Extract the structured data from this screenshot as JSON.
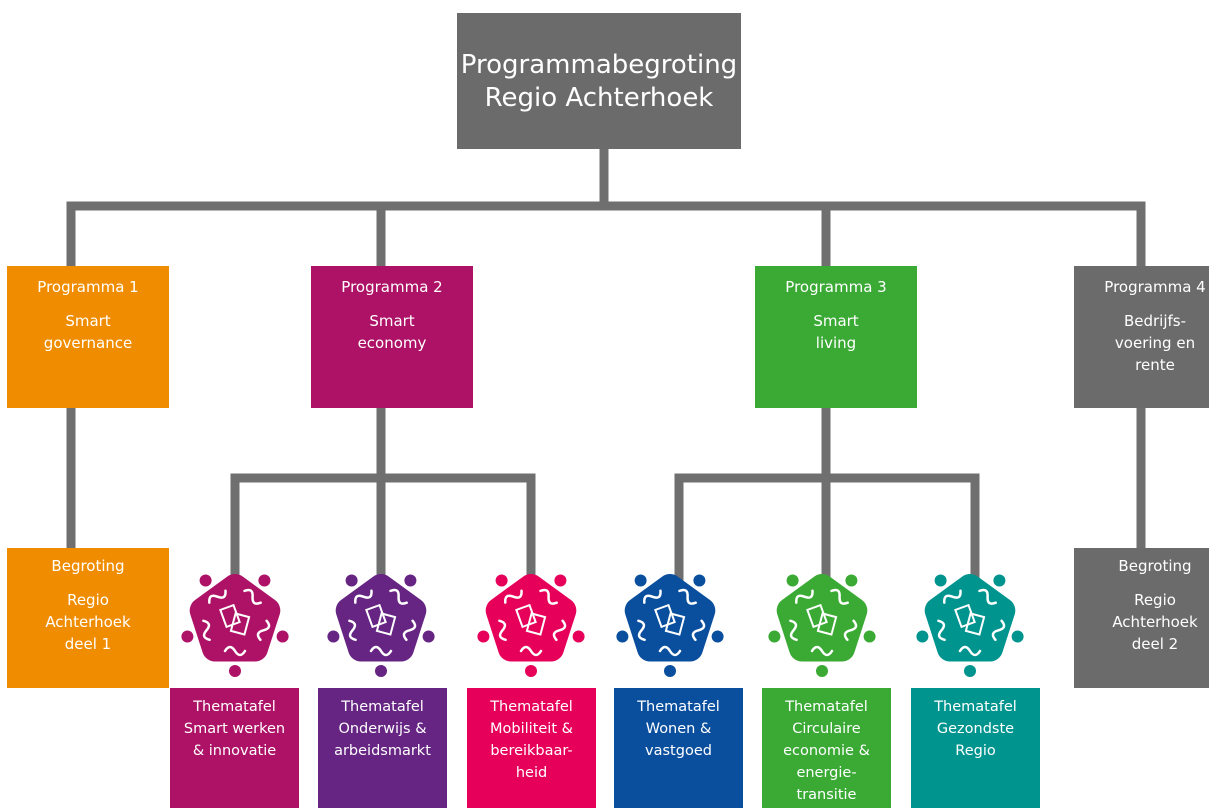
{
  "root": {
    "line1": "Programmabegroting",
    "line2": "Regio Achterhoek",
    "color": "#6b6b6b"
  },
  "connector_color": "#6f6f6f",
  "programs": [
    {
      "title": "Programma 1",
      "lines": [
        "Smart",
        "governance"
      ],
      "color": "#f08c00"
    },
    {
      "title": "Programma 2",
      "lines": [
        "Smart",
        "economy"
      ],
      "color": "#ad1266"
    },
    {
      "title": "Programma 3",
      "lines": [
        "Smart",
        "living"
      ],
      "color": "#3aaa35"
    },
    {
      "title": "Programma 4",
      "lines": [
        "Bedrijfs-",
        "voering en",
        "rente"
      ],
      "color": "#6b6b6b"
    }
  ],
  "budgets": [
    {
      "title": "Begroting",
      "lines": [
        "Regio",
        "Achterhoek",
        "deel 1"
      ],
      "color": "#f08c00"
    },
    {
      "title": "Begroting",
      "lines": [
        "Regio",
        "Achterhoek",
        "deel 2"
      ],
      "color": "#6b6b6b"
    }
  ],
  "thematafels": [
    {
      "lines": [
        "Thematafel",
        "Smart werken",
        "& innovatie"
      ],
      "color": "#ad1266",
      "icon": "round-table-people-icon"
    },
    {
      "lines": [
        "Thematafel",
        "Onderwijs &",
        "arbeidsmarkt"
      ],
      "color": "#662483",
      "icon": "round-table-people-icon"
    },
    {
      "lines": [
        "Thematafel",
        "Mobiliteit &",
        "bereikbaar-",
        "heid"
      ],
      "color": "#e6005a",
      "icon": "round-table-people-icon"
    },
    {
      "lines": [
        "Thematafel",
        "Wonen &",
        "vastgoed"
      ],
      "color": "#0a4f9e",
      "icon": "round-table-people-icon"
    },
    {
      "lines": [
        "Thematafel",
        "Circulaire",
        "economie &",
        "energie-",
        "transitie"
      ],
      "color": "#3aaa35",
      "icon": "round-table-people-icon"
    },
    {
      "lines": [
        "Thematafel",
        "Gezondste",
        "Regio"
      ],
      "color": "#00948f",
      "icon": "round-table-people-icon"
    }
  ]
}
